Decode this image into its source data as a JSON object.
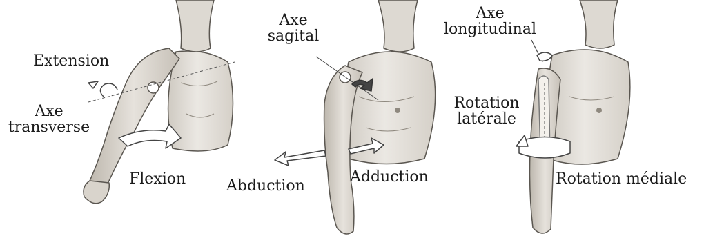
{
  "panel1": {
    "extension": "Extension",
    "axis_line1": "Axe",
    "axis_line2": "transverse",
    "flexion": "Flexion"
  },
  "panel2": {
    "axis_line1": "Axe",
    "axis_line2": "sagital",
    "abduction": "Abduction",
    "adduction": "Adduction"
  },
  "panel3": {
    "axis_line1": "Axe",
    "axis_line2": "longitudinal",
    "lateral_line1": "Rotation",
    "lateral_line2": "latérale",
    "medial": "Rotation médiale"
  },
  "colors": {
    "skin": "#e4e0d9",
    "shade": "#b7b1a7",
    "outline": "#5a5650",
    "arrow_fill": "#ffffff"
  }
}
